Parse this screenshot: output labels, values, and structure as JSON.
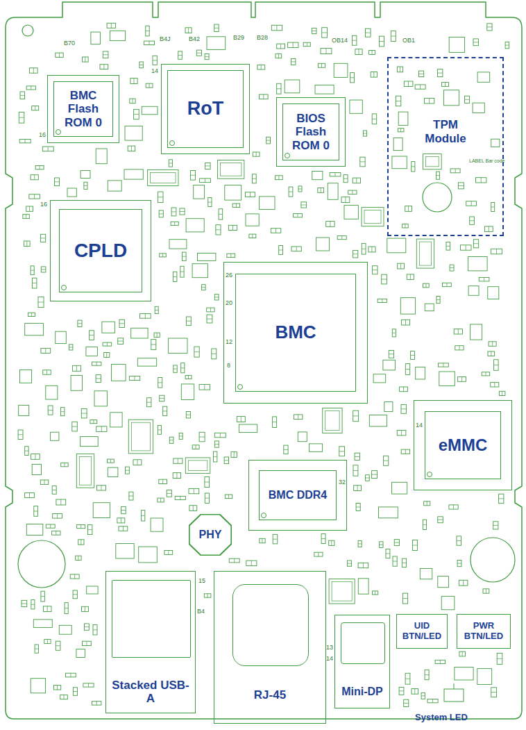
{
  "diagram": {
    "nodes": [
      {
        "text": [
          "BMC Flash ROM 0"
        ]
      },
      {
        "text": [
          "RoT"
        ]
      },
      {
        "text": [
          "BIOS Flash ROM 0"
        ]
      },
      {
        "text": [
          "TPM Module"
        ]
      },
      {
        "text": [
          "CPLD"
        ]
      },
      {
        "text": [
          "BMC"
        ]
      },
      {
        "text": [
          "eMMC"
        ]
      },
      {
        "text": [
          "BMC DDR4"
        ]
      },
      {
        "text": [
          "PHY"
        ]
      },
      {
        "text": [
          "Stacked USB-A"
        ]
      },
      {
        "text": [
          "RJ-45"
        ]
      },
      {
        "text": [
          "Mini-DP"
        ]
      },
      {
        "text": [
          "UID BTN/LED"
        ]
      },
      {
        "text": [
          "PWR BTN/LED"
        ]
      }
    ],
    "labels": [
      "B70",
      "B4J",
      "B42",
      "B29",
      "B28",
      "OB14",
      "OB1",
      "LABEL Bar code",
      "14",
      "16",
      "16",
      "26",
      "20",
      "12",
      "8",
      "14",
      "32",
      "B4",
      "15",
      "13",
      "14",
      "System LED"
    ]
  }
}
